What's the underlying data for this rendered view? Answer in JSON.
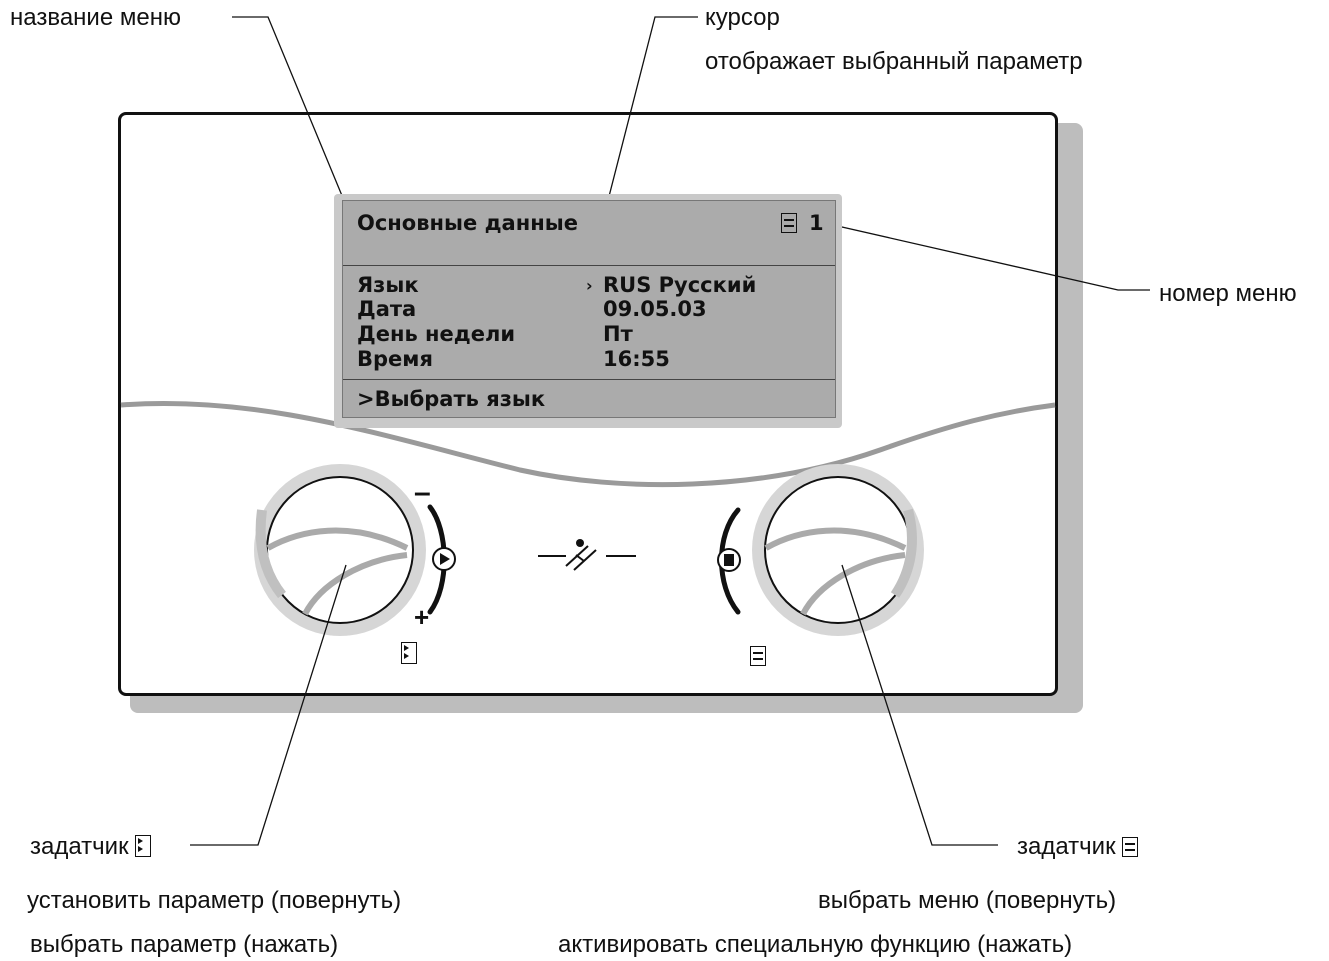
{
  "annotations": {
    "menu_name": "название меню",
    "cursor_title": "курсор",
    "cursor_desc": "отображает выбранный параметр",
    "menu_number": "номер меню",
    "left_knob_title": "задатчик",
    "left_knob_desc1": "установить параметр (повернуть)",
    "left_knob_desc2": "выбрать параметр (нажать)",
    "right_knob_title": "задатчик",
    "right_knob_desc1": "выбрать меню (повернуть)",
    "right_knob_desc2": "активировать специальную функцию (нажать)"
  },
  "display": {
    "title": "Основные данные",
    "menu_number": "1",
    "cursor": "›",
    "rows": [
      {
        "label": "Язык",
        "value": "RUS Русский"
      },
      {
        "label": "Дата",
        "value": "09.05.03"
      },
      {
        "label": "День недели",
        "value": "Пт"
      },
      {
        "label": "Время",
        "value": "16:55"
      }
    ],
    "footer": ">Выбрать язык"
  },
  "controls": {
    "left_minus": "–",
    "left_plus": "+"
  },
  "colors": {
    "lcd": "#ababab",
    "knob_ring": "#d0d0d0",
    "line": "#111111"
  }
}
